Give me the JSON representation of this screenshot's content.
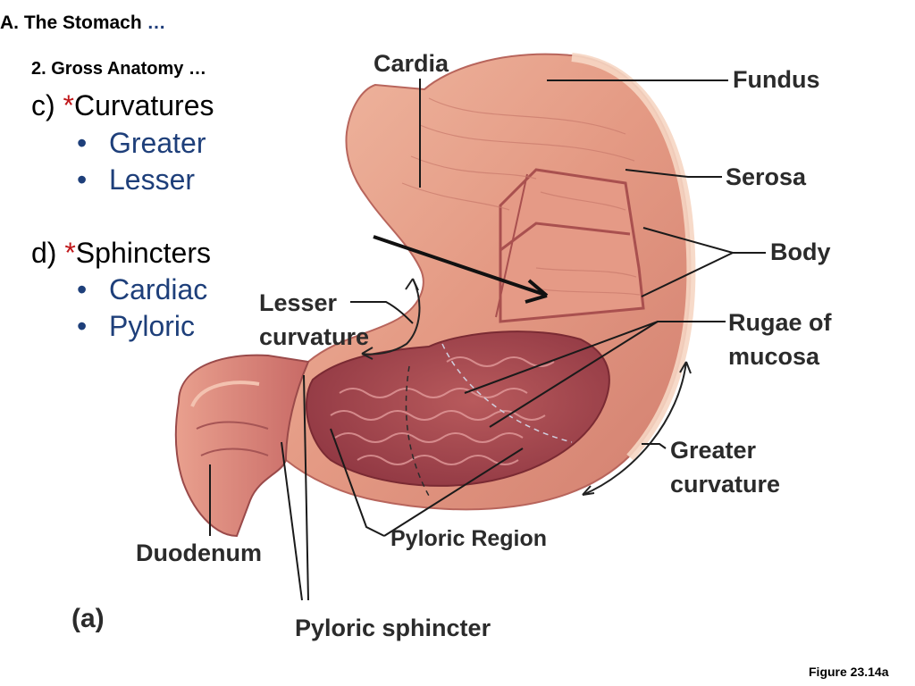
{
  "header": {
    "section": "A.  The Stomach",
    "ellipsis": "…"
  },
  "subheader": {
    "text": "2. Gross Anatomy …"
  },
  "outline": {
    "c": {
      "prefix": "c) ",
      "star": "*",
      "title": "Curvatures",
      "items": [
        "Greater",
        "Lesser"
      ]
    },
    "d": {
      "prefix": "d) ",
      "star": "*",
      "title": "Sphincters",
      "items": [
        "Cardiac",
        "Pyloric"
      ]
    }
  },
  "labels": {
    "cardia": "Cardia",
    "fundus": "Fundus",
    "serosa": "Serosa",
    "body": "Body",
    "rugae": [
      "Rugae of",
      "mucosa"
    ],
    "lesser_curvature": [
      "Lesser",
      "curvature"
    ],
    "greater_curvature": [
      "Greater",
      "curvature"
    ],
    "pyloric_region": "Pyloric Region",
    "duodenum": "Duodenum",
    "pyloric_sphincter": "Pyloric sphincter",
    "panel": "(a)"
  },
  "figure_caption": "Figure 23.14a",
  "colors": {
    "outline_blue": "#1e3f7a",
    "star_red": "#c0181b",
    "stomach_outer": "#e8a48d",
    "stomach_inner": "#cf6f64",
    "mucosa": "#a8484f",
    "serosa_edge": "#f2c9b4"
  }
}
